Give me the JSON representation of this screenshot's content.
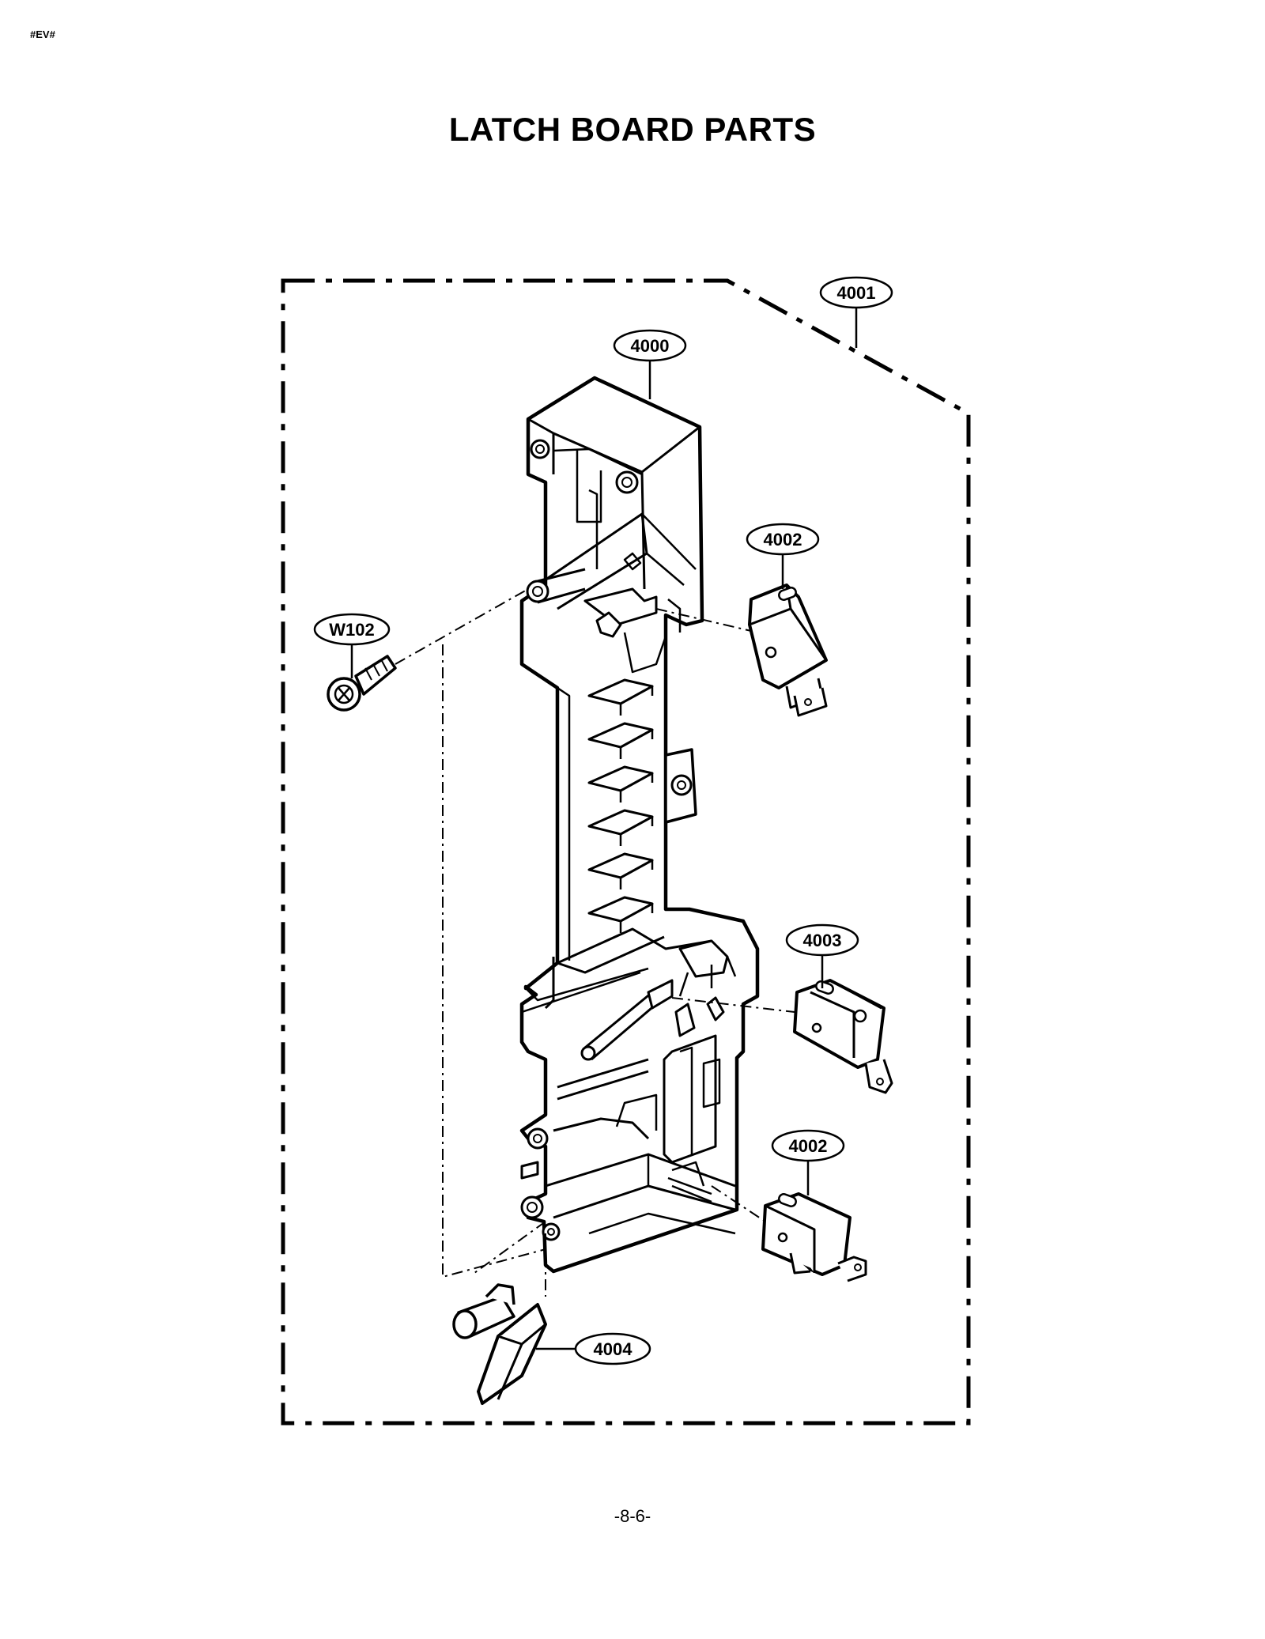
{
  "header": {
    "code": "#EV#",
    "title": "LATCH BOARD PARTS"
  },
  "footer": {
    "page_number": "-8-6-"
  },
  "callouts": {
    "c4001": "4001",
    "c4000": "4000",
    "c4002_top": "4002",
    "w102": "W102",
    "c4003": "4003",
    "c4002_bottom": "4002",
    "c4004": "4004"
  }
}
